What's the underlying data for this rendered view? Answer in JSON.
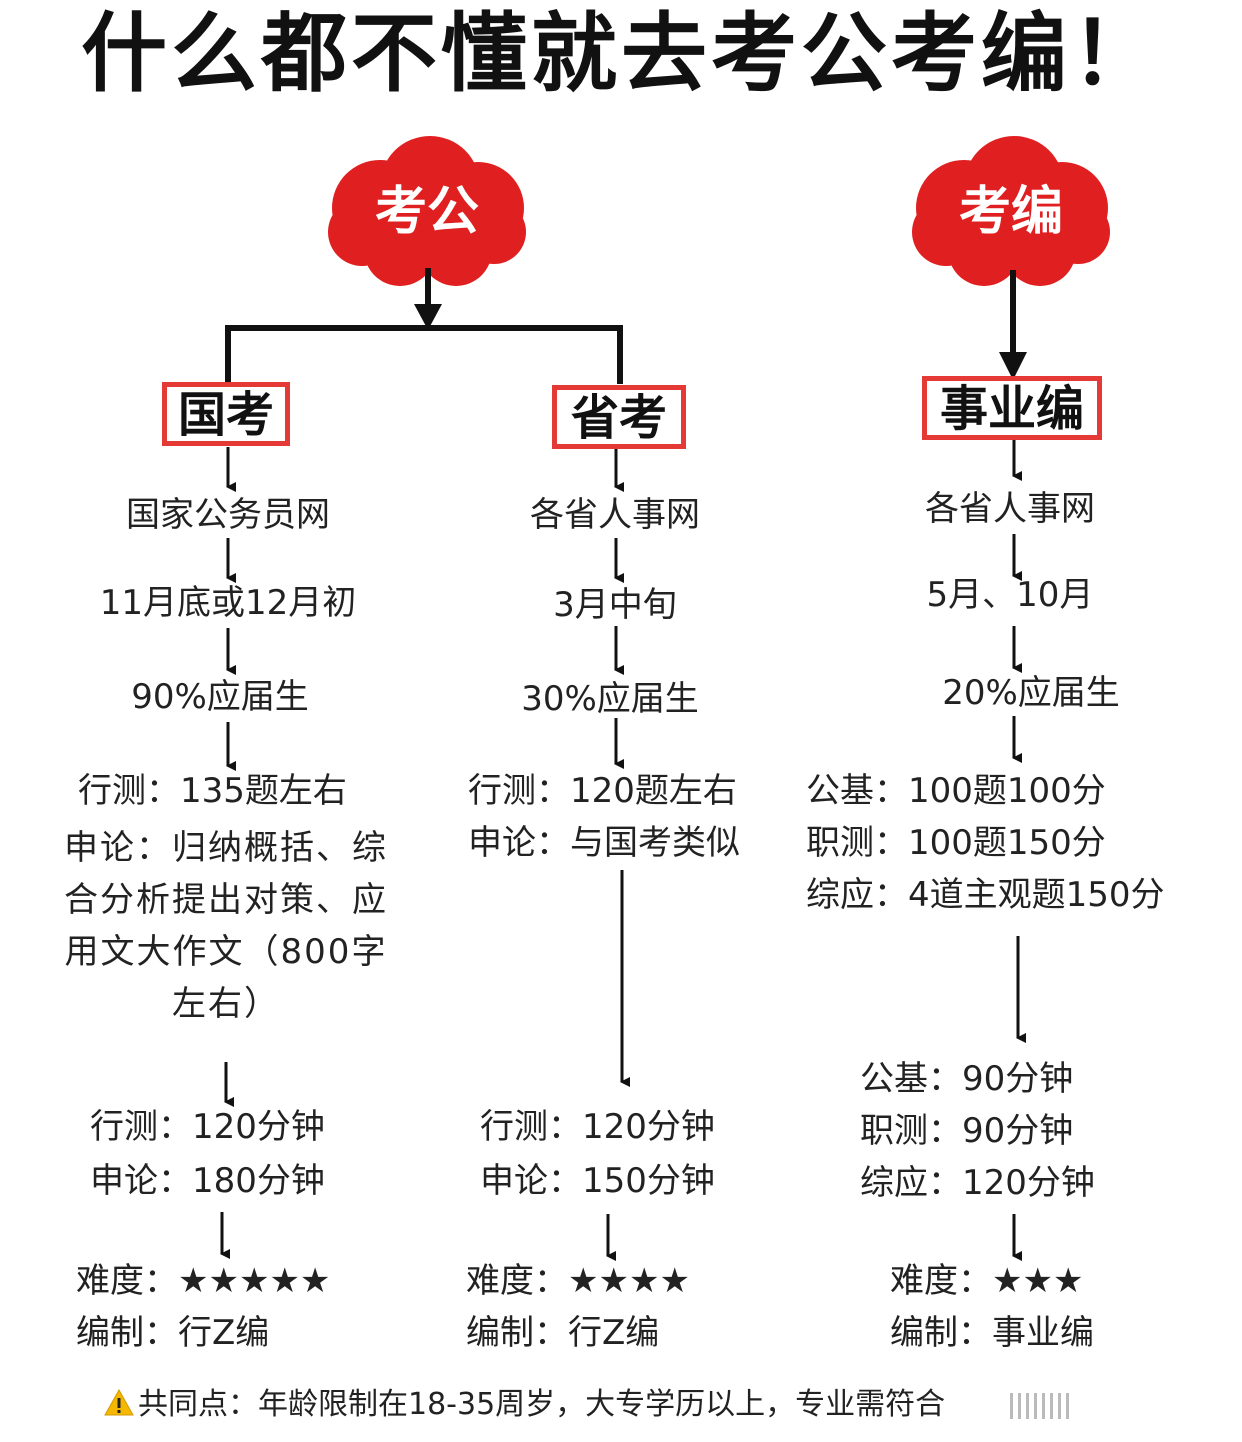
{
  "title": "什么都不懂就去考公考编！",
  "clouds": {
    "left": "考公",
    "right": "考编"
  },
  "colors": {
    "accent": "#e53935",
    "text": "#222222"
  },
  "columns": {
    "guokao": {
      "label": "国考",
      "site": "国家公务员网",
      "time": "11月底或12月初",
      "ratio": "90%应届生",
      "xingce": "行测：135题左右",
      "shenlun": "申论：归纳概括、综合分析提出对策、应用文大作文（800字左右）",
      "dur1": "行测：120分钟",
      "dur2": "申论：180分钟",
      "difficulty": "难度：★★★★★",
      "bianzhi": "编制：行Z编"
    },
    "shengkao": {
      "label": "省考",
      "site": "各省人事网",
      "time": "3月中旬",
      "ratio": "30%应届生",
      "xingce": "行测：120题左右",
      "shenlun": "申论：与国考类似",
      "dur1": "行测：120分钟",
      "dur2": "申论：150分钟",
      "difficulty": "难度：★★★★",
      "bianzhi": "编制：行Z编"
    },
    "shiyebian": {
      "label": "事业编",
      "site": "各省人事网",
      "time": "5月、10月",
      "ratio": "20%应届生",
      "gongji": "公基：100题100分",
      "zhice": "职测：100题150分",
      "zongying": "综应：4道主观题150分",
      "dur1": "公基：90分钟",
      "dur2": "职测：90分钟",
      "dur3": "综应：120分钟",
      "difficulty": "难度：★★★",
      "bianzhi": "编制：事业编"
    }
  },
  "footer": {
    "icon": "warning-icon",
    "text": "共同点：年龄限制在18-35周岁，大专学历以上，专业需符合"
  }
}
